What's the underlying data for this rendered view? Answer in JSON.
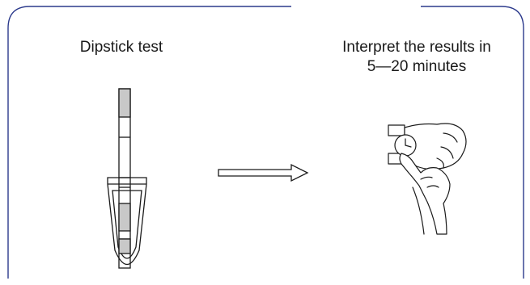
{
  "steps": [
    {
      "label": "Dipstick test"
    },
    {
      "label_line1": "Interpret the results in",
      "label_line2": "5—20 minutes"
    }
  ],
  "colors": {
    "frame": "#2c3a8c",
    "strip_pad": "#c8c8c8",
    "ink": "#1a1a1a"
  },
  "icons": {
    "arrow": "right-outline-arrow-icon",
    "hand": "hand-pointing-at-watch-icon"
  }
}
